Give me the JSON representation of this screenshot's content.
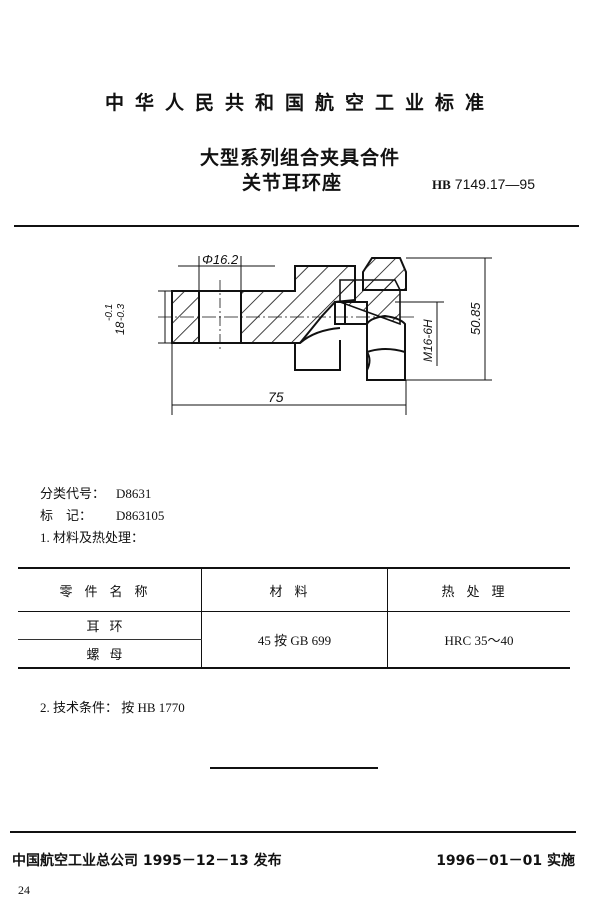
{
  "header": {
    "organization": "中华人民共和国航空工业标准",
    "title_line1": "大型系列组合夹具合件",
    "title_line2": "关节耳环座",
    "code_prefix": "HB",
    "code": "7149.17—95"
  },
  "drawing": {
    "dim_hole_diameter": "Φ16.2",
    "dim_thickness": "18⁻⁰·¹₋₀.₃",
    "dim_thickness_upper": "-0.1",
    "dim_thickness_lower": "-0.3",
    "dim_thickness_nominal": "18",
    "dim_length": "75",
    "dim_thread": "M16-6H",
    "dim_height": "50.85"
  },
  "info": {
    "class_code_label": "分类代号：",
    "class_code_value": "D8631",
    "mark_label": "标    记：",
    "mark_value": "D863105",
    "section1": "1. 材料及热处理："
  },
  "table": {
    "headers": [
      "零件名称",
      "材料",
      "热处理"
    ],
    "rows": [
      {
        "part": "耳环",
        "material": "45 按 GB 699",
        "heat": "HRC 35～40"
      },
      {
        "part": "螺母",
        "material": "45 按 GB 699",
        "heat": "HRC 35～40"
      }
    ]
  },
  "section2": "2. 技术条件： 按 HB 1770",
  "footer": {
    "issued": "中国航空工业总公司 1995－12－13 发布",
    "effective": "1996－01－01 实施",
    "page_number": "24"
  }
}
